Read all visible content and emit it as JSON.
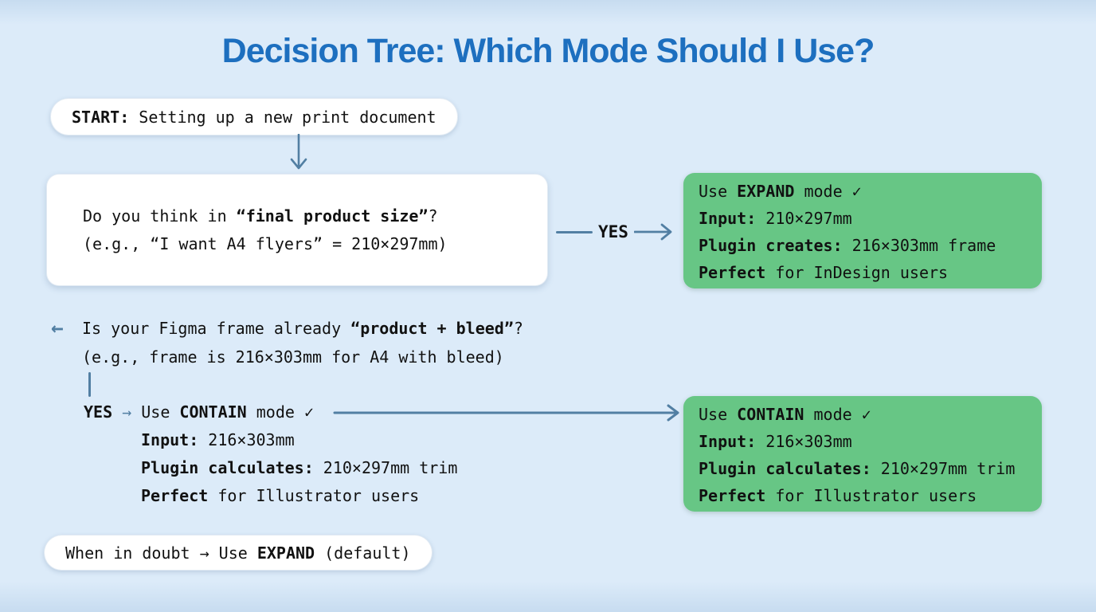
{
  "title": "Decision Tree: Which Mode Should I Use?",
  "colors": {
    "background": "#dcebf9",
    "background_edge": "#c7dcf0",
    "card": "#ffffff",
    "green": "#67c685",
    "title": "#1d6fbf",
    "arrow": "#527fa3",
    "text": "#111111"
  },
  "start": {
    "bold": "START:",
    "rest": " Setting up a new print document"
  },
  "q1": {
    "line1_pre": "Do you think in ",
    "line1_bold": "“final product size”",
    "line1_post": "?",
    "line2": "(e.g., “I want A4 flyers” = 210×297mm)"
  },
  "yes_top": {
    "label": "YES"
  },
  "expand_box": {
    "lines": [
      {
        "pre": "Use ",
        "bold": "EXPAND",
        "post": " mode ✓"
      },
      {
        "pre": "",
        "bold": "Input:",
        "post": " 210×297mm"
      },
      {
        "pre": "",
        "bold": "Plugin creates:",
        "post": " 216×303mm frame"
      },
      {
        "pre": "",
        "bold": "Perfect",
        "post": " for InDesign users"
      }
    ]
  },
  "q2": {
    "arrow": "←",
    "line1_pre": "Is your Figma frame already ",
    "line1_bold": "“product + bleed”",
    "line1_post": "?",
    "line2": "(e.g., frame is 216×303mm for A4 with bleed)"
  },
  "contain_inline": {
    "yes": "YES",
    "arrow": " → ",
    "line1_pre": "Use ",
    "line1_bold": "CONTAIN",
    "line1_post": " mode ✓",
    "lines": [
      {
        "pre": "",
        "bold": "Input:",
        "post": " 216×303mm"
      },
      {
        "pre": "",
        "bold": "Plugin calculates:",
        "post": " 210×297mm trim"
      },
      {
        "pre": "",
        "bold": "Perfect",
        "post": " for Illustrator users"
      }
    ]
  },
  "contain_box": {
    "lines": [
      {
        "pre": "Use ",
        "bold": "CONTAIN",
        "post": " mode ✓"
      },
      {
        "pre": "",
        "bold": "Input:",
        "post": " 216×303mm"
      },
      {
        "pre": "",
        "bold": "Plugin calculates:",
        "post": " 210×297mm trim"
      },
      {
        "pre": "",
        "bold": "Perfect",
        "post": " for Illustrator users"
      }
    ]
  },
  "note": {
    "pre": "When in doubt → Use ",
    "bold": "EXPAND",
    "post": " (default)"
  }
}
